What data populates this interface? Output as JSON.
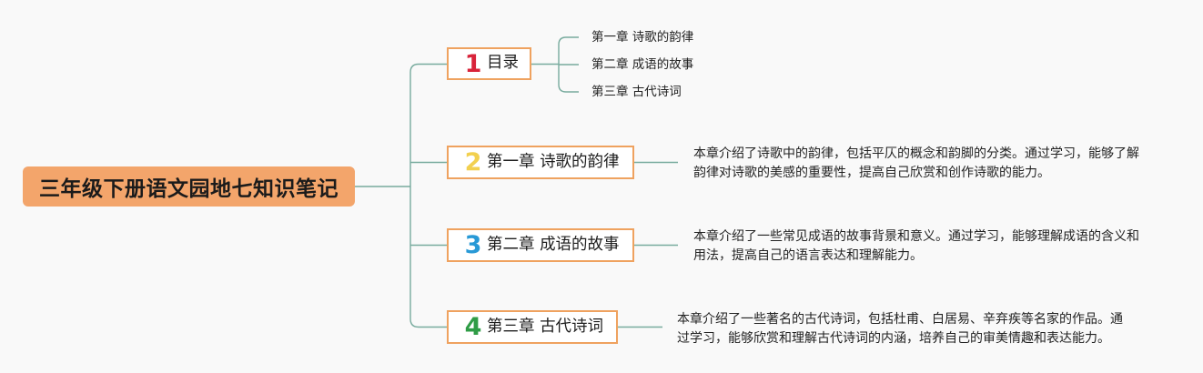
{
  "root": {
    "title": "三年级下册语文园地七知识笔记"
  },
  "branches": [
    {
      "number": "1",
      "number_color": "#d8233a",
      "label": "目录",
      "children": [
        "第一章 诗歌的韵律",
        "第二章 成语的故事",
        "第三章 古代诗词"
      ]
    },
    {
      "number": "2",
      "number_color": "#f2d04f",
      "label": "第一章 诗歌的韵律",
      "note": "本章介绍了诗歌中的韵律，包括平仄的概念和韵脚的分类。通过学习，能够了解韵律对诗歌的美感的重要性，提高自己欣赏和创作诗歌的能力。"
    },
    {
      "number": "3",
      "number_color": "#2899d6",
      "label": "第二章 成语的故事",
      "note": "本章介绍了一些常见成语的故事背景和意义。通过学习，能够理解成语的含义和用法，提高自己的语言表达和理解能力。"
    },
    {
      "number": "4",
      "number_color": "#2f9c46",
      "label": "第三章 古代诗词",
      "note": "本章介绍了一些著名的古代诗词，包括杜甫、白居易、辛弃疾等名家的作品。通过学习，能够欣赏和理解古代诗词的内涵，培养自己的审美情趣和表达能力。"
    }
  ],
  "colors": {
    "background": "#f9f9f9",
    "root_fill": "#f3a56b",
    "topic_border": "#efa25f",
    "connector": "#78ab9e"
  }
}
